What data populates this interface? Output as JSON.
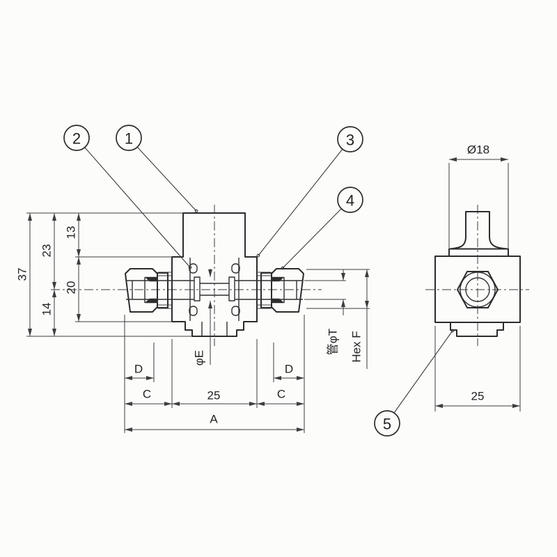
{
  "balloons": [
    {
      "n": "1"
    },
    {
      "n": "2"
    },
    {
      "n": "3"
    },
    {
      "n": "4"
    },
    {
      "n": "5"
    }
  ],
  "front": {
    "dim_37": "37",
    "dim_23": "23",
    "dim_13": "13",
    "dim_20": "20",
    "dim_14": "14",
    "dim_D_left": "D",
    "dim_C_left": "C",
    "dim_25": "25",
    "dim_A": "A",
    "dim_D_right": "D",
    "dim_C_right": "C",
    "label_phi_e": "φE",
    "label_tube_dia": "管φT",
    "label_hex_f": "Hex F"
  },
  "side": {
    "dim_dia18": "Ø18",
    "dim_25": "25"
  }
}
